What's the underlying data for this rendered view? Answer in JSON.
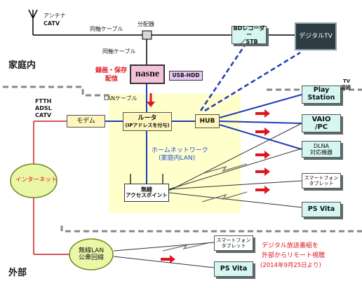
{
  "left_top": {
    "antenna_label": "アンテナ",
    "catv_label": "CATV",
    "coax_label_1": "同軸ケーブル",
    "splitter_label": "分配器",
    "coax_label_2": "同軸ケーブル"
  },
  "sections": {
    "home": "家庭内",
    "outside": "外部"
  },
  "nasne": {
    "label": "nasne",
    "hdd": "USB-HDD",
    "record_1": "録画・保存",
    "record_2": "配信",
    "lan_cable": "LANケーブル"
  },
  "bd": {
    "line1": "BDレコーダー",
    "line2": "／STB"
  },
  "tv": {
    "label": "デジタルTV"
  },
  "lines": {
    "l1": "FTTH",
    "l2": "ADSL",
    "l3": "CATV"
  },
  "modem": "モデム",
  "router": {
    "line1": "ルータ",
    "line2": "(IPアドレスを付与)"
  },
  "hub": "HUB",
  "home_network": {
    "line1": "ホームネットワーク",
    "line2": "(家庭内LAN)"
  },
  "ap": {
    "line1": "無線",
    "line2": "アクセスポイント"
  },
  "internet": "インターネット",
  "devices": {
    "playstation_1": "Play",
    "playstation_2": "Station",
    "tv_conn_1": "TV",
    "tv_conn_2": "接続",
    "vaio_1": "VAIO",
    "vaio_2": "/PC",
    "dlna_1": "DLNA",
    "dlna_2": "対応機器",
    "smartphone_1": "スマートフォン",
    "smartphone_2": "タブレット",
    "psvita": "PS Vita"
  },
  "public": {
    "line1": "無線LAN",
    "line2": "公衆回線"
  },
  "outside_devices": {
    "smartphone_1": "スマートフォン",
    "smartphone_2": "タブレット",
    "psvita": "PS Vita"
  },
  "remote_note": {
    "line1": "デジタル放送番組を",
    "line2": "外部からリモート視聴",
    "line3": "(2014年9月25日より)"
  },
  "colors": {
    "cyan_box": "#d5f6f1",
    "yellow_box": "#fff6bd",
    "home_area": "#ffffcc",
    "lan_blue": "#1f3cb8",
    "red": "#e0141e",
    "internet_green": "#eaf7a6",
    "nasne_pink": "#f4c2d8",
    "hdd_purple": "#e6c9f4",
    "tv_dark": "#2e3c44"
  }
}
